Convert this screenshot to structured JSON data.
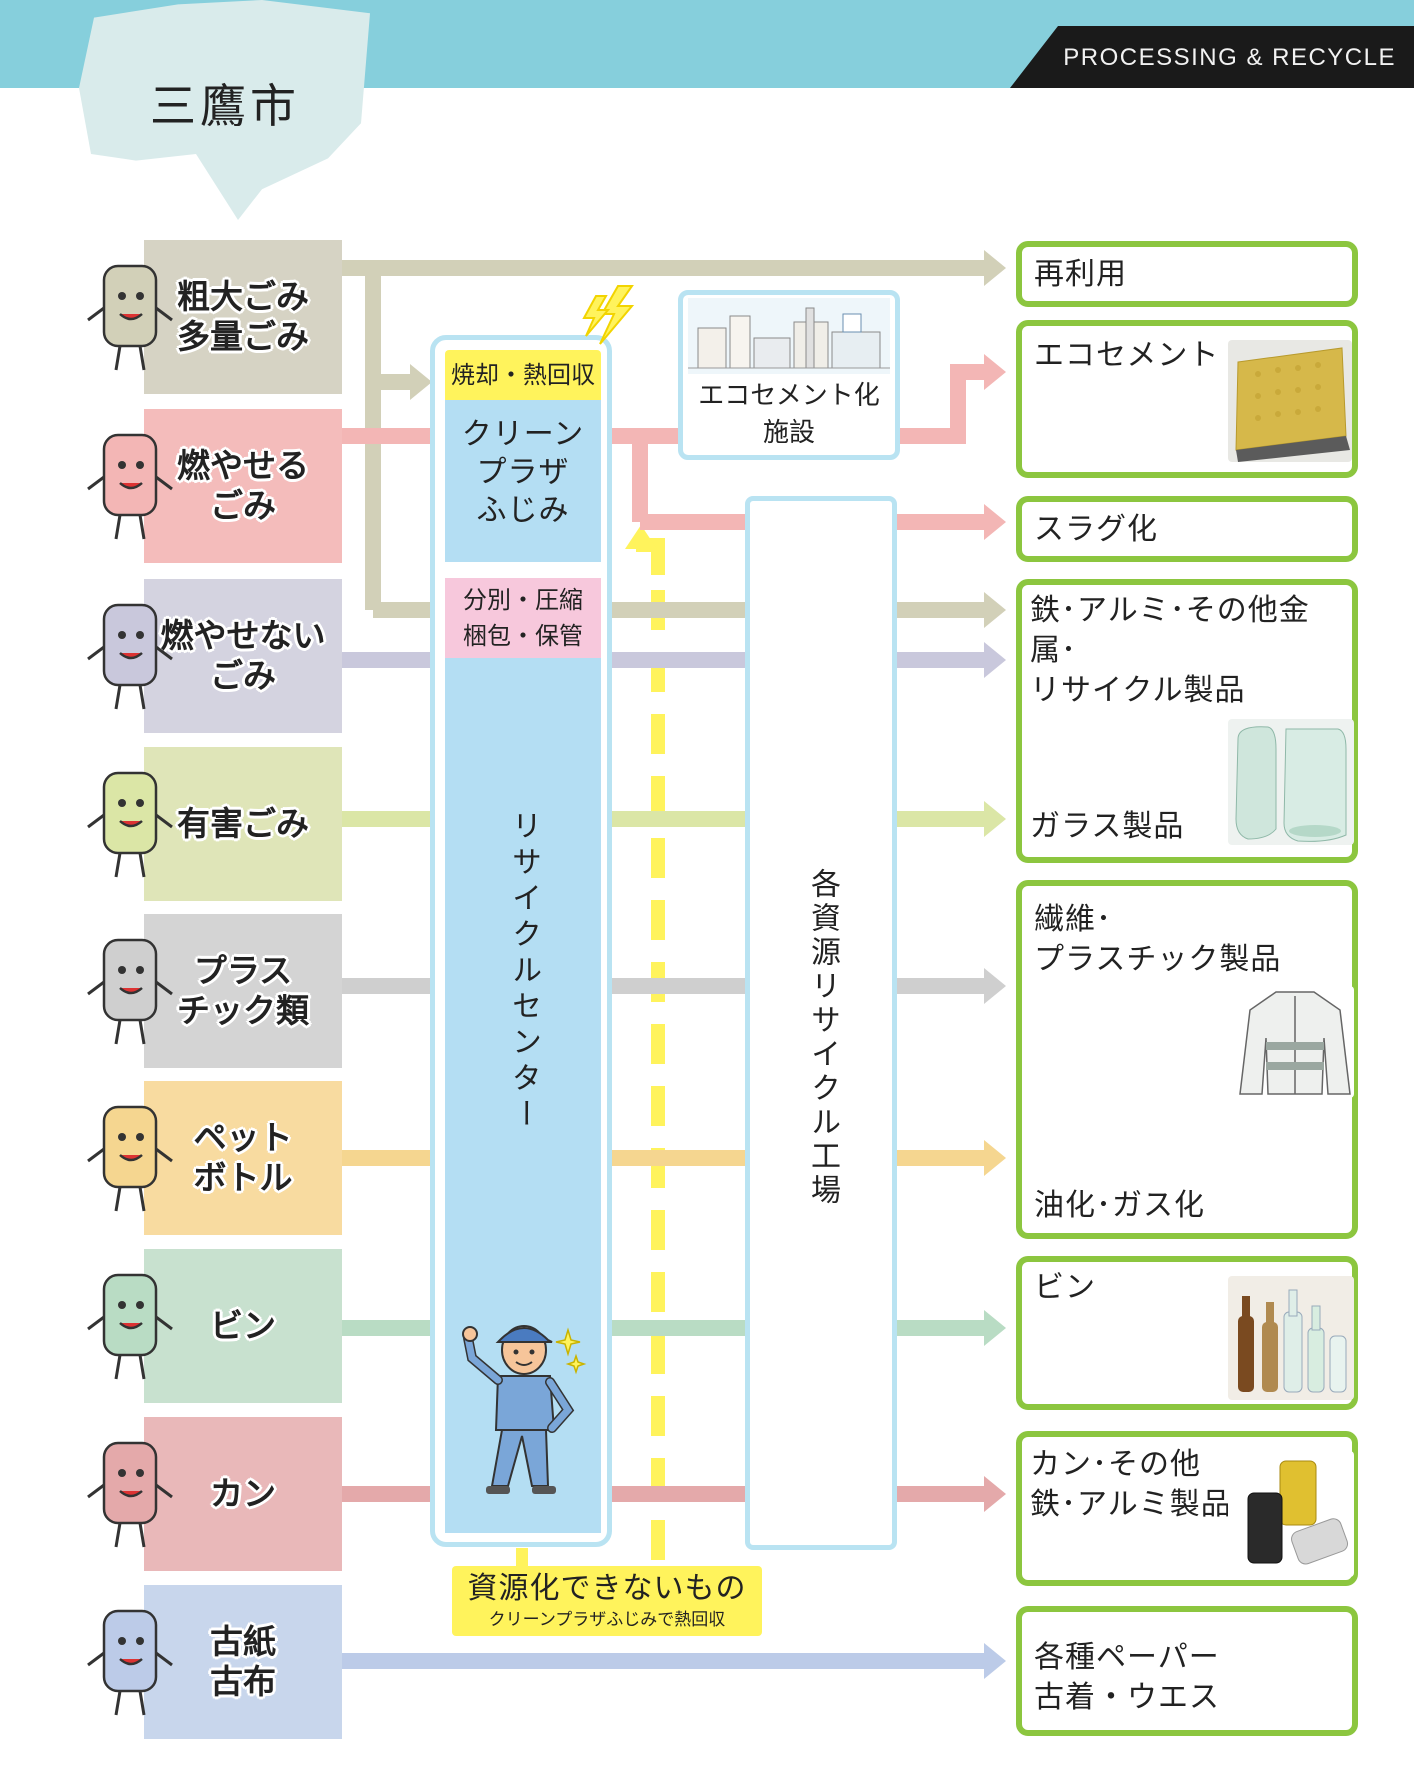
{
  "header": {
    "city": "三鷹市",
    "tag": "PROCESSING & RECYCLE"
  },
  "categories": [
    {
      "label": "粗大ごみ\n多量ごみ",
      "color": "#d6d3c4",
      "arrow": "#d2d0b8",
      "icon": "furniture-bicycle-icon"
    },
    {
      "label": "燃やせる\nごみ",
      "color": "#f4bcbb",
      "arrow": "#f3b6b5",
      "icon": "burnable-trash-mascot-icon"
    },
    {
      "label": "燃やせない\nごみ",
      "color": "#d4d3e0",
      "arrow": "#c9c8dc",
      "icon": "nonburnable-trash-mascot-icon"
    },
    {
      "label": "有害ごみ",
      "color": "#dfe5b8",
      "arrow": "#dbe6a6",
      "icon": "battery-mascot-icon"
    },
    {
      "label": "プラス\nチック類",
      "color": "#d4d4d4",
      "arrow": "#cfcfcf",
      "icon": "plastic-mascot-icon"
    },
    {
      "label": "ペット\nボトル",
      "color": "#f8dba0",
      "arrow": "#f5d690",
      "icon": "pet-bottle-mascot-icon"
    },
    {
      "label": "ビン",
      "color": "#c8e1cf",
      "arrow": "#b9dcc4",
      "icon": "glass-bottle-mascot-icon"
    },
    {
      "label": "カン",
      "color": "#e9b8b9",
      "arrow": "#e4a9aa",
      "icon": "can-mascot-icon"
    },
    {
      "label": "古紙\n古布",
      "color": "#c8d6ec",
      "arrow": "#bccbe8",
      "icon": "paper-cloth-icon"
    }
  ],
  "center": {
    "burn_label": "焼却・熱回収",
    "main_label": "クリーン\nプラザ\nふじみ",
    "sort_label": "分別・圧縮\n梱包・保管",
    "recycle_label": "リサイクルセンター",
    "worker_icon": "worker-thumbs-up-icon",
    "lightning_icon": "lightning-icon"
  },
  "factory": {
    "label": "各資源リサイクル工場"
  },
  "eco_facility": {
    "label": "エコセメント化\n施設",
    "image": "eco-cement-plant-illustration"
  },
  "non_resource": {
    "title": "資源化できないもの",
    "subtitle": "クリーンプラザふじみで熱回収",
    "color": "#fff35c"
  },
  "outputs": [
    {
      "label": "再利用"
    },
    {
      "label": "エコセメント",
      "photo": "eco-cement-block-photo"
    },
    {
      "label": "スラグ化"
    },
    {
      "label": "鉄･アルミ･その他金属･\nリサイクル製品",
      "label2": "ガラス製品",
      "photo": "glass-products-photo"
    },
    {
      "label": "繊維･\nプラスチック製品",
      "label2": "油化･ガス化",
      "photo": "fiber-jacket-photo"
    },
    {
      "label": "ビン",
      "photo": "glass-bottles-photo"
    },
    {
      "label": "カン･その他\n鉄･アルミ製品",
      "photo": "cans-photo"
    },
    {
      "label": "各種ペーパー\n古着・ウエス"
    }
  ],
  "colors": {
    "header": "#86cfdc",
    "output_border": "#8cc63f",
    "center_fill": "#b4def3",
    "burn_label": "#fff35c",
    "sort_label": "#f7c8dc",
    "facility_border": "#b9e3f2"
  }
}
